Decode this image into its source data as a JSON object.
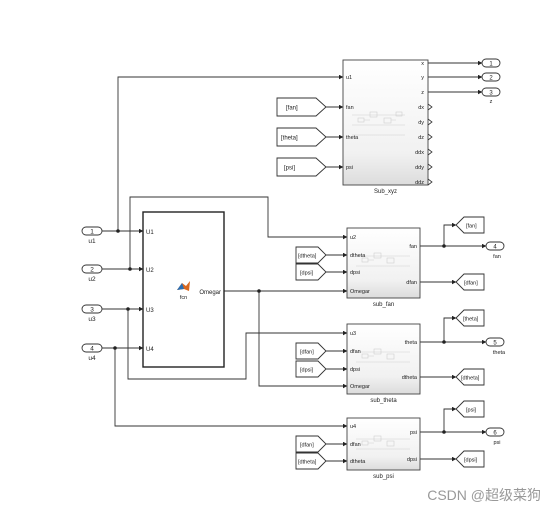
{
  "inports": [
    {
      "num": "1",
      "name": "u1"
    },
    {
      "num": "2",
      "name": "u2"
    },
    {
      "num": "3",
      "name": "u3"
    },
    {
      "num": "4",
      "name": "u4"
    }
  ],
  "fcn": {
    "name": "fcn",
    "inputs": [
      "U1",
      "U2",
      "U3",
      "U4"
    ],
    "output": "Omegar"
  },
  "sub_xyz": {
    "name": "Sub_xyz",
    "inputs": [
      "u1",
      "fan",
      "theta",
      "psi"
    ],
    "outputs": [
      "x",
      "y",
      "z",
      "dx",
      "dy",
      "dz",
      "ddx",
      "ddy",
      "ddz"
    ]
  },
  "sub_fan": {
    "name": "sub_fan",
    "inputs": [
      "u2",
      "dtheta",
      "dpsi",
      "Omegar"
    ],
    "outputs": [
      "fan",
      "dfan"
    ]
  },
  "sub_theta": {
    "name": "sub_theta",
    "inputs": [
      "u3",
      "dfan",
      "dpsi",
      "Omegar"
    ],
    "outputs": [
      "theta",
      "dtheta"
    ]
  },
  "sub_psi": {
    "name": "sub_psi",
    "inputs": [
      "u4",
      "dfan",
      "dtheta"
    ],
    "outputs": [
      "psi",
      "dpsi"
    ]
  },
  "from_tags": {
    "xyz_fan": "[fan]",
    "xyz_theta": "[theta]",
    "xyz_psi": "[psi]",
    "fan_dtheta": "[dtheta]",
    "fan_dpsi": "[dpsi]",
    "theta_dfan": "[dfan]",
    "theta_dpsi": "[dpsi]",
    "psi_dfan": "[dfan]",
    "psi_dtheta": "[dtheta]"
  },
  "goto_tags": {
    "fan": "[fan]",
    "dfan": "[dfan]",
    "theta": "[theta]",
    "dtheta": "[dtheta]",
    "psi": "[psi]",
    "dpsi": "[dpsi]"
  },
  "outports": [
    {
      "num": "1",
      "name": ""
    },
    {
      "num": "2",
      "name": ""
    },
    {
      "num": "3",
      "name": "z"
    },
    {
      "num": "4",
      "name": "fan"
    },
    {
      "num": "5",
      "name": "theta"
    },
    {
      "num": "6",
      "name": "psi"
    }
  ],
  "watermark": "CSDN @超级菜狗"
}
